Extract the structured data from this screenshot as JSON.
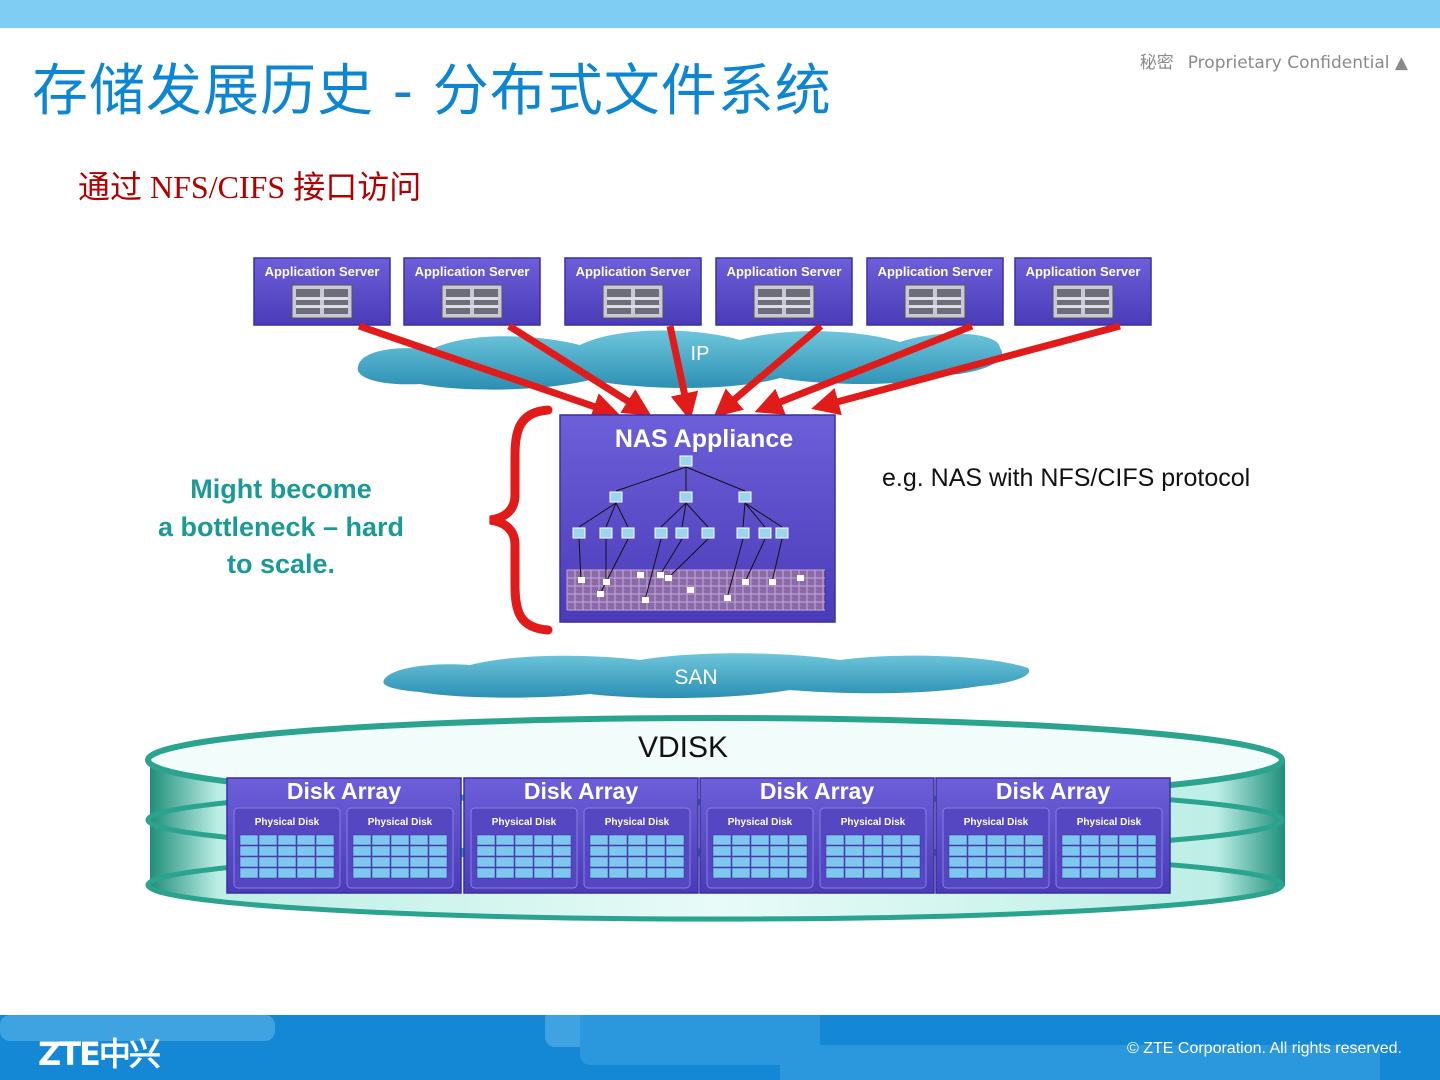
{
  "header": {
    "title": "存储发展历史 - 分布式文件系统",
    "confidential_zh": "秘密",
    "confidential_en": "Proprietary Confidential ▲"
  },
  "subtitle": "通过 NFS/CIFS 接口访问",
  "diagram": {
    "app_servers": [
      "Application Server",
      "Application Server",
      "Application Server",
      "Application Server",
      "Application Server",
      "Application Server"
    ],
    "ip_label": "IP",
    "nas_label": "NAS Appliance",
    "nas_note": "e.g. NAS with NFS/CIFS protocol",
    "bottleneck_lines": [
      "Might become",
      "a bottleneck – hard",
      "to scale."
    ],
    "san_label": "SAN",
    "vdisk_label": "VDISK",
    "disk_arrays": [
      {
        "label": "Disk Array",
        "disks": [
          "Physical Disk",
          "Physical Disk"
        ]
      },
      {
        "label": "Disk Array",
        "disks": [
          "Physical Disk",
          "Physical Disk"
        ]
      },
      {
        "label": "Disk Array",
        "disks": [
          "Physical Disk",
          "Physical Disk"
        ]
      },
      {
        "label": "Disk Array",
        "disks": [
          "Physical Disk",
          "Physical Disk"
        ]
      }
    ]
  },
  "footer": {
    "logo": "ZTE中兴",
    "copyright": "© ZTE Corporation. All rights reserved."
  },
  "colors": {
    "title_blue": "#0c86d3",
    "subtitle_red": "#b00000",
    "box_purple": "#5b4cc8",
    "arrow_red": "#e11a1a",
    "cloud_blue": "#3a9cbe",
    "vdisk_teal": "#2aa38f",
    "note_teal": "#1a9a96"
  }
}
